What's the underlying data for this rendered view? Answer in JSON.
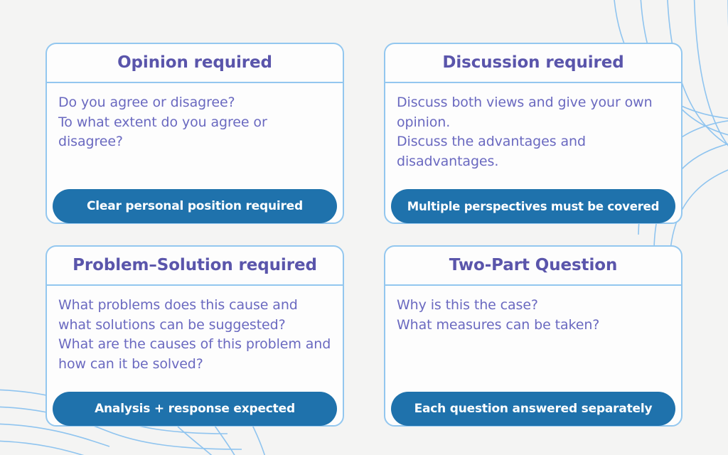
{
  "page": {
    "background_color": "#f4f4f3",
    "accent_border_color": "#93c7ef",
    "title_color": "#5a55ab",
    "body_text_color": "#6a69c0",
    "pill_color": "#1f72ac",
    "pill_text_color": "#ffffff"
  },
  "cards": [
    {
      "title": "Opinion required",
      "lines": [
        "Do you agree or disagree?",
        "To what extent do you agree or disagree?"
      ],
      "pill_label": "Clear personal position required"
    },
    {
      "title": "Discussion required",
      "lines": [
        "Discuss both views and give your own opinion.",
        "Discuss the advantages and disadvantages."
      ],
      "pill_label": "Multiple perspectives must be covered"
    },
    {
      "title": "Problem–Solution required",
      "lines": [
        "What problems does this cause and what solutions can be suggested?",
        "What are the causes of this problem and how can it be solved?"
      ],
      "pill_label": "Analysis + response expected"
    },
    {
      "title": "Two-Part Question",
      "lines": [
        "Why is this the case?",
        "What measures can be taken?"
      ],
      "pill_label": "Each question answered separately"
    }
  ],
  "decoration": {
    "top_right_arcs": "concentric-arcs-icon",
    "bottom_left_waves": "flowing-waves-icon",
    "stroke_color": "#8fc4ef"
  }
}
